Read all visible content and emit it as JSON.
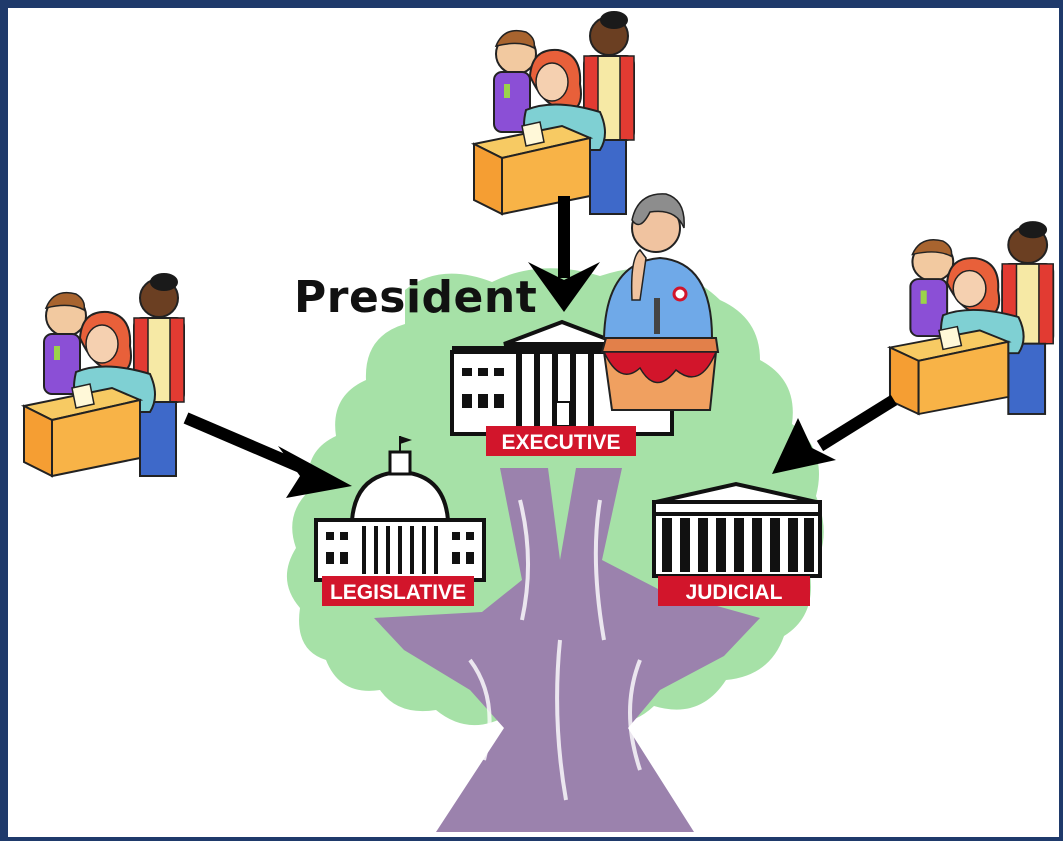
{
  "title_label": "President",
  "branches": {
    "executive": "EXECUTIVE",
    "legislative": "LEGISLATIVE",
    "judicial": "JUDICIAL"
  },
  "colors": {
    "frame": "#1f3a6b",
    "foliage": "#a6e1a7",
    "trunk": "#9b82ad",
    "label_banner": "#d2152b",
    "arrow": "#000000"
  },
  "icons": [
    "voters-icon",
    "president-at-podium-icon",
    "white-house-icon",
    "capitol-icon",
    "supreme-court-icon",
    "arrow-icon"
  ]
}
